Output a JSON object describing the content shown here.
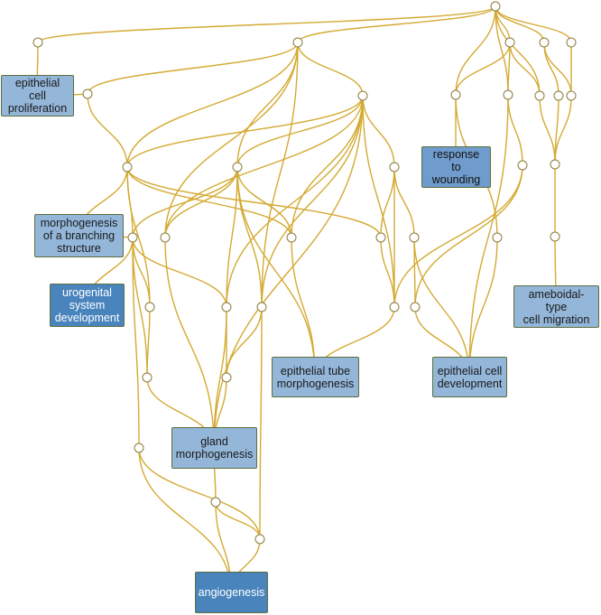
{
  "diagram": {
    "colors": {
      "edge": "#d4aa32",
      "node_fill": "#ffffff",
      "node_stroke": "#8a7b3a"
    },
    "terms": [
      {
        "id": "t_epc_prolif",
        "label": "epithelial cell\nproliferation",
        "shade": "light"
      },
      {
        "id": "t_wound",
        "label": "response to\nwounding",
        "shade": "mid"
      },
      {
        "id": "t_branch",
        "label": "morphogenesis\nof a branching\nstructure",
        "shade": "light"
      },
      {
        "id": "t_urogen",
        "label": "urogenital\nsystem\ndevelopment",
        "shade": "dark"
      },
      {
        "id": "t_ameboid",
        "label": "ameboidal-type\ncell migration",
        "shade": "light"
      },
      {
        "id": "t_tube",
        "label": "epithelial tube\nmorphogenesis",
        "shade": "light"
      },
      {
        "id": "t_epc_dev",
        "label": "epithelial cell\ndevelopment",
        "shade": "light"
      },
      {
        "id": "t_gland",
        "label": "gland\nmorphogenesis",
        "shade": "light"
      },
      {
        "id": "t_angio",
        "label": "angiogenesis",
        "shade": "dark"
      }
    ]
  }
}
